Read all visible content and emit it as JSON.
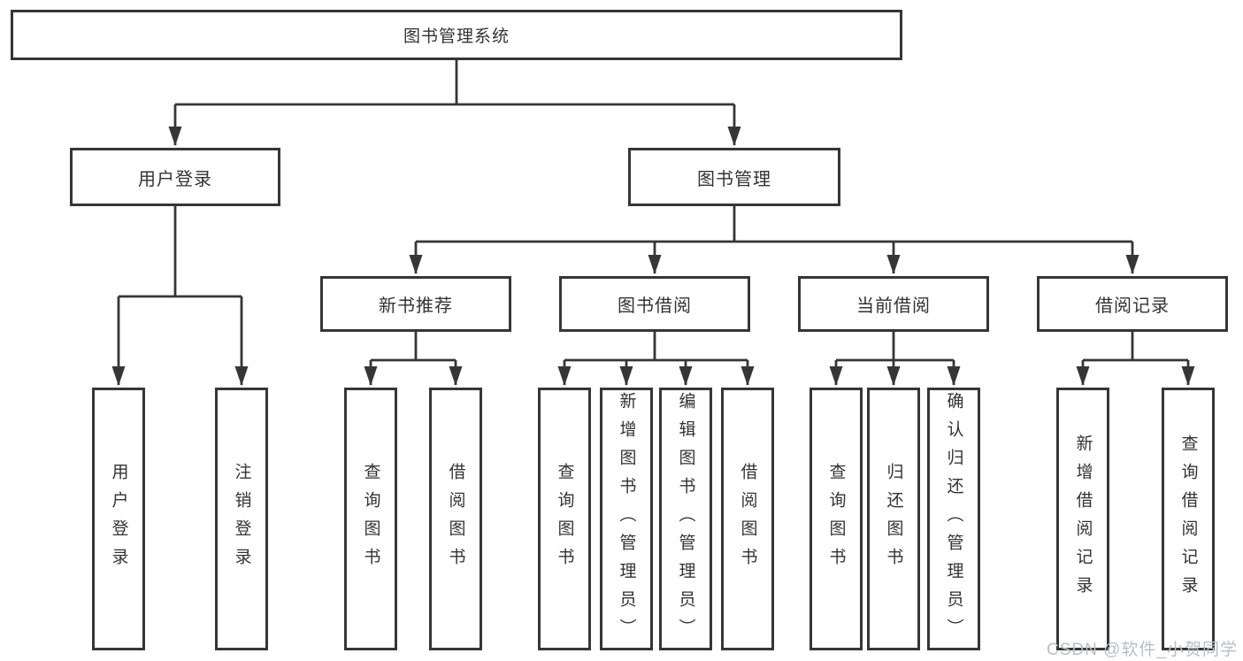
{
  "nodes": {
    "root": "图书管理系统",
    "level2": [
      "用户登录",
      "图书管理"
    ],
    "level3": [
      "新书推荐",
      "图书借阅",
      "当前借阅",
      "借阅记录"
    ],
    "leaves": [
      "用户登录",
      "注销登录",
      "查询图书",
      "借阅图书",
      "查询图书",
      "新增图书（管理员）",
      "编辑图书（管理员）",
      "借阅图书",
      "查询图书",
      "归还图书",
      "确认归还（管理员）",
      "新增借阅记录",
      "查询借阅记录"
    ]
  },
  "watermark": "CSDN @软件_小贺同学",
  "colors": {
    "line": "#363636",
    "text": "#333333",
    "background": "#ffffff",
    "watermark": "#b9bdc4"
  }
}
